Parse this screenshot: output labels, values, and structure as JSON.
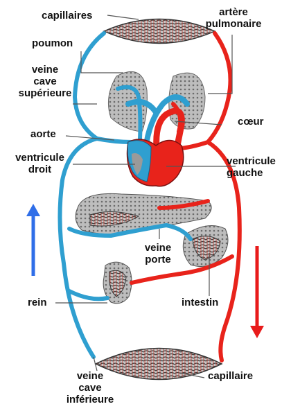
{
  "labels": {
    "capillaires": "capillaires",
    "artere_pulmonaire_1": "artère",
    "artere_pulmonaire_2": "pulmonaire",
    "poumon": "poumon",
    "veine_cave_sup_1": "veine",
    "veine_cave_sup_2": "cave",
    "veine_cave_sup_3": "supérieure",
    "coeur": "cœur",
    "aorte": "aorte",
    "ventricule_droit_1": "ventricule",
    "ventricule_droit_2": "droit",
    "ventricule_gauche_1": "ventricule",
    "ventricule_gauche_2": "gauche",
    "veine_porte_1": "veine",
    "veine_porte_2": "porte",
    "rein": "rein",
    "intestin": "intestin",
    "veine_cave_inf_1": "veine",
    "veine_cave_inf_2": "cave",
    "veine_cave_inf_3": "inférieure",
    "capillaire": "capillaire"
  },
  "colors": {
    "oxygenated": "#e8231b",
    "deoxygenated": "#2f9fd0",
    "organ_gray": "#8c8c8c",
    "arrow_up": "#2f6ee8",
    "arrow_down": "#e81b1b"
  },
  "icons": {
    "arrow_up": "arrow-up-icon",
    "arrow_down": "arrow-down-icon"
  }
}
